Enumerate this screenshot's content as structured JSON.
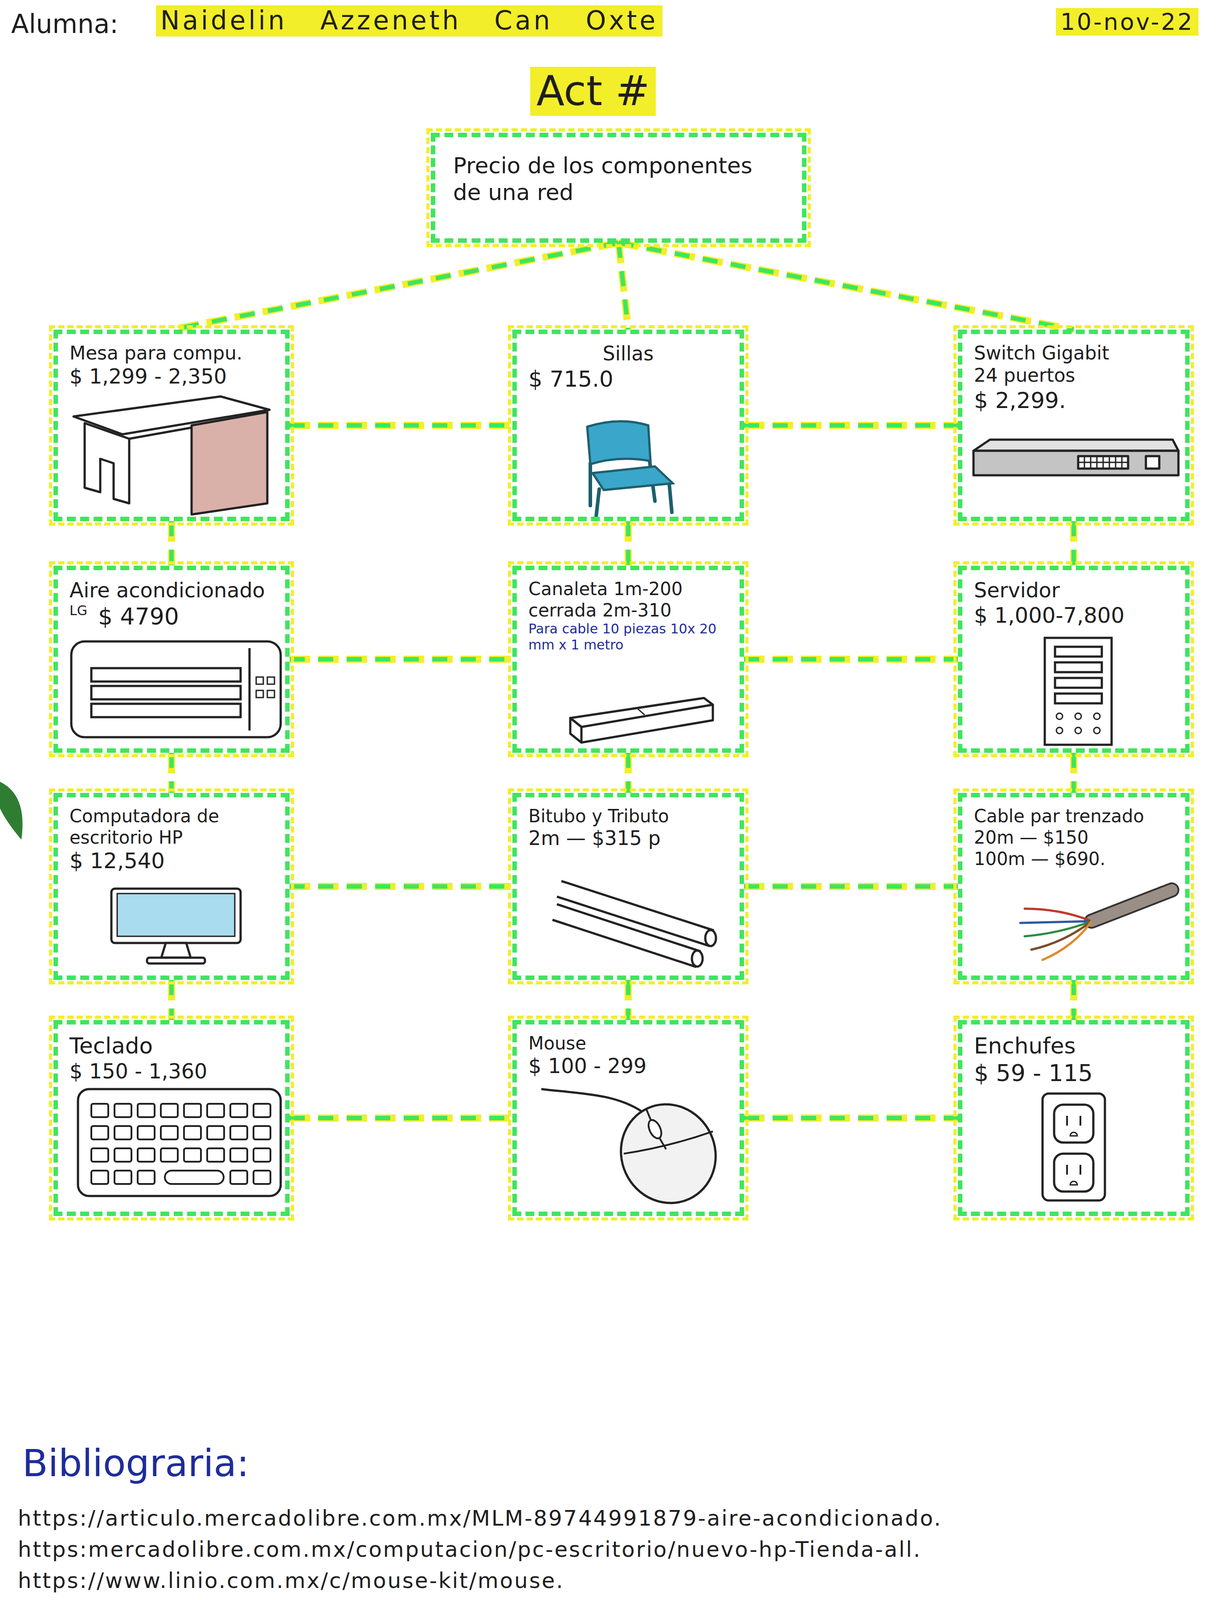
{
  "diagram": {
    "title": "Act #",
    "nodes": [
      {
        "text": [
          "Precio de los componentes de una red"
        ]
      },
      {
        "text": [
          "Mesa para compu.",
          "$ 1,299 - 2,350"
        ]
      },
      {
        "text": [
          "Sillas",
          "$ 715.0"
        ]
      },
      {
        "text": [
          "Switch Gigabit",
          "24 puertos",
          "$ 2,299."
        ]
      },
      {
        "text": [
          "Aire acondicionado",
          "LG",
          "$ 4790"
        ]
      },
      {
        "text": [
          "Canaleta 1m-200",
          "cerrada 2m-310",
          "Para cable 10 piezas 10x 20 mm x 1 metro"
        ]
      },
      {
        "text": [
          "Servidor",
          "$ 1,000-7,800"
        ]
      },
      {
        "text": [
          "Computadora de escritorio HP",
          "$ 12,540"
        ]
      },
      {
        "text": [
          "Bitubo y Tributo",
          "2m — $315 p"
        ]
      },
      {
        "text": [
          "Cable par trenzado",
          "20m — $150",
          "100m — $690."
        ]
      },
      {
        "text": [
          "Teclado",
          "$ 150 - 1,360"
        ]
      },
      {
        "text": [
          "Mouse",
          "$ 100 - 299"
        ]
      },
      {
        "text": [
          "Enchufes",
          "$ 59 - 115"
        ]
      }
    ],
    "edges": [
      {
        "from": 0,
        "to": 1,
        "arrow": "none"
      },
      {
        "from": 0,
        "to": 2,
        "arrow": "none"
      },
      {
        "from": 0,
        "to": 3,
        "arrow": "none"
      },
      {
        "from": 1,
        "to": 2,
        "arrow": "none"
      },
      {
        "from": 2,
        "to": 3,
        "arrow": "none"
      },
      {
        "from": 1,
        "to": 4,
        "arrow": "none"
      },
      {
        "from": 2,
        "to": 5,
        "arrow": "none"
      },
      {
        "from": 3,
        "to": 6,
        "arrow": "none"
      },
      {
        "from": 4,
        "to": 5,
        "arrow": "none"
      },
      {
        "from": 5,
        "to": 6,
        "arrow": "none"
      },
      {
        "from": 4,
        "to": 7,
        "arrow": "none"
      },
      {
        "from": 5,
        "to": 8,
        "arrow": "none"
      },
      {
        "from": 6,
        "to": 9,
        "arrow": "none"
      },
      {
        "from": 7,
        "to": 8,
        "arrow": "none"
      },
      {
        "from": 8,
        "to": 9,
        "arrow": "none"
      },
      {
        "from": 7,
        "to": 10,
        "arrow": "none"
      },
      {
        "from": 8,
        "to": 11,
        "arrow": "none"
      },
      {
        "from": 9,
        "to": 12,
        "arrow": "none"
      },
      {
        "from": 10,
        "to": 11,
        "arrow": "none"
      },
      {
        "from": 11,
        "to": 12,
        "arrow": "none"
      }
    ],
    "labels": [
      "Alumna:",
      "Naidelin Azzeneth Can Oxte",
      "10-nov-22",
      "Bibliograria:",
      "https://articulo.mercadolibre.com.mx/MLM-89744991879-aire-acondicionado.",
      "https:mercadolibre.com.mx/computacion/pc-escritorio/nuevo-hp-Tienda-all.",
      "https://www.linio.com.mx/c/mouse-kit/mouse."
    ]
  }
}
